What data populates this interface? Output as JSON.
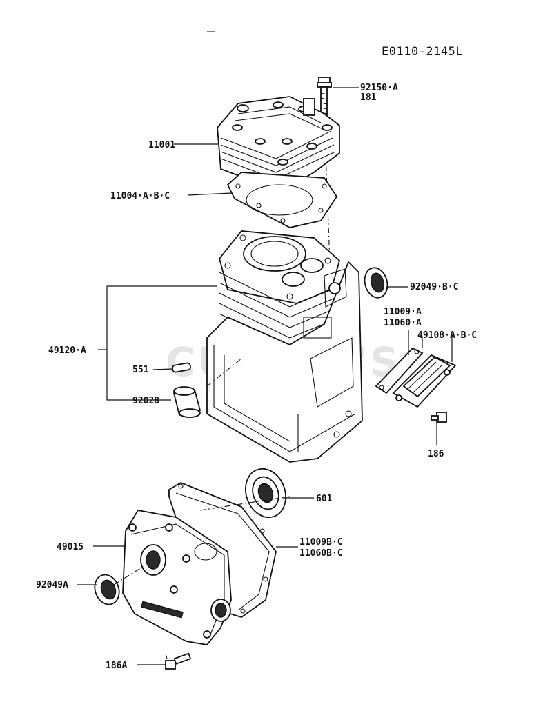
{
  "diagram_code": "E0110-2145L",
  "watermark": "CUTLER'S",
  "labels": {
    "p92150": "92150·A",
    "p181": "181",
    "p11001": "11001",
    "p11004": "11004·A·B·C",
    "p92049bc": "92049·B·C",
    "p11009": "11009·A",
    "p11060": "11060·A",
    "p49108": "49108·A·B·C",
    "p49120": "49120·A",
    "p551": "551",
    "p92028": "92028",
    "p186": "186",
    "p601": "601",
    "p49015": "49015",
    "p11009b": "11009B·C",
    "p11060b": "11060B·C",
    "p92049a": "92049A",
    "p186a": "186A"
  }
}
